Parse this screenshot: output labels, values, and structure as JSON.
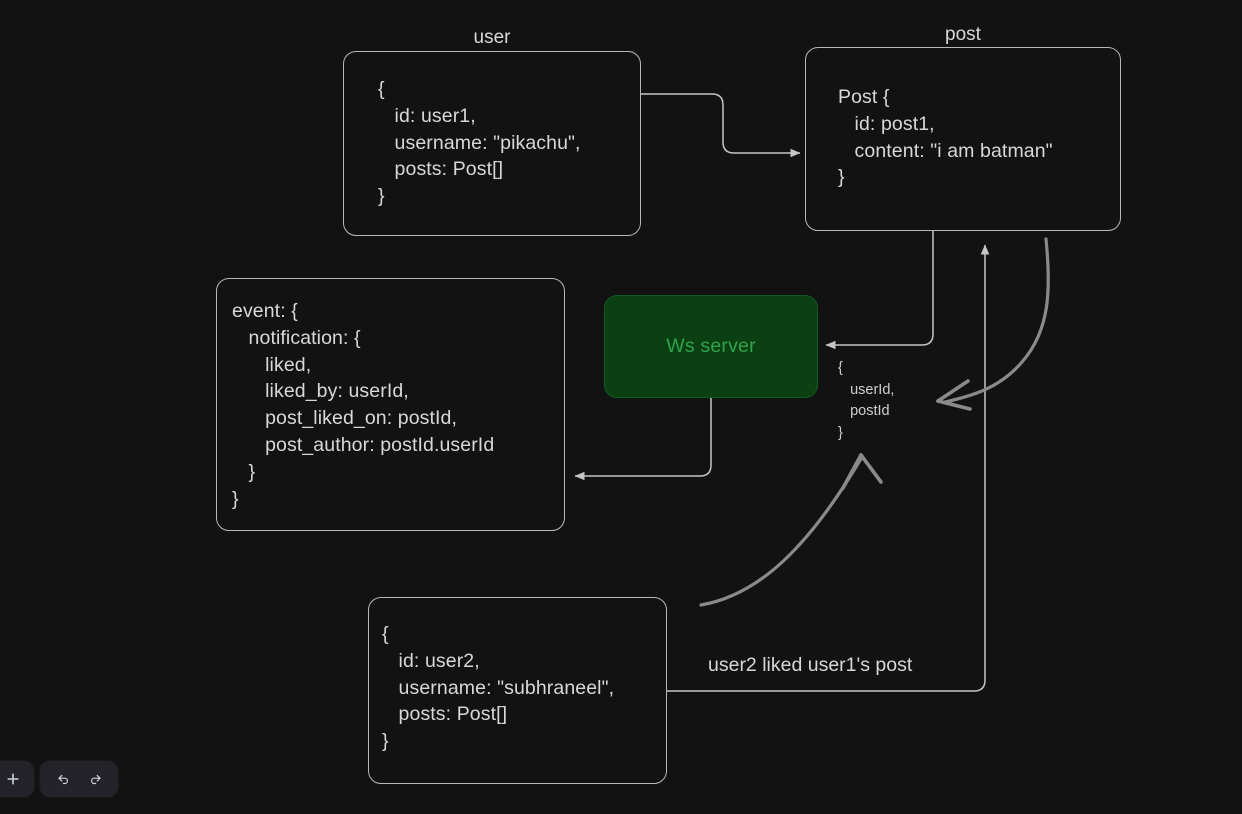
{
  "canvas": {
    "background": "#121212",
    "stroke": "#b8b8b8",
    "text_color": "#d8d8d8"
  },
  "nodes": {
    "user": {
      "label": "user",
      "code": "{\n   id: user1,\n   username: \"pikachu\",\n   posts: Post[]\n}"
    },
    "post": {
      "label": "post",
      "code": "Post {\n   id: post1,\n   content: \"i am batman\"\n}"
    },
    "event": {
      "code": "event: {\n   notification: {\n      liked,\n      liked_by: userId,\n      post_liked_on: postId,\n      post_author: postId.userId\n   }\n}"
    },
    "ws_server": {
      "label": "Ws server",
      "fill": "#0b4013",
      "stroke": "#14591f",
      "text_color": "#31a24c"
    },
    "user2": {
      "code": "{\n   id: user2,\n   username: \"subhraneel\",\n   posts: Post[]\n}"
    }
  },
  "annotations": {
    "payload": "{\n   userId,\n   postId\n}",
    "like_caption": "user2 liked user1's post"
  },
  "toolbar": {
    "zoom_in_label": "+",
    "undo_icon": "undo-arrow-icon",
    "redo_icon": "redo-arrow-icon"
  }
}
